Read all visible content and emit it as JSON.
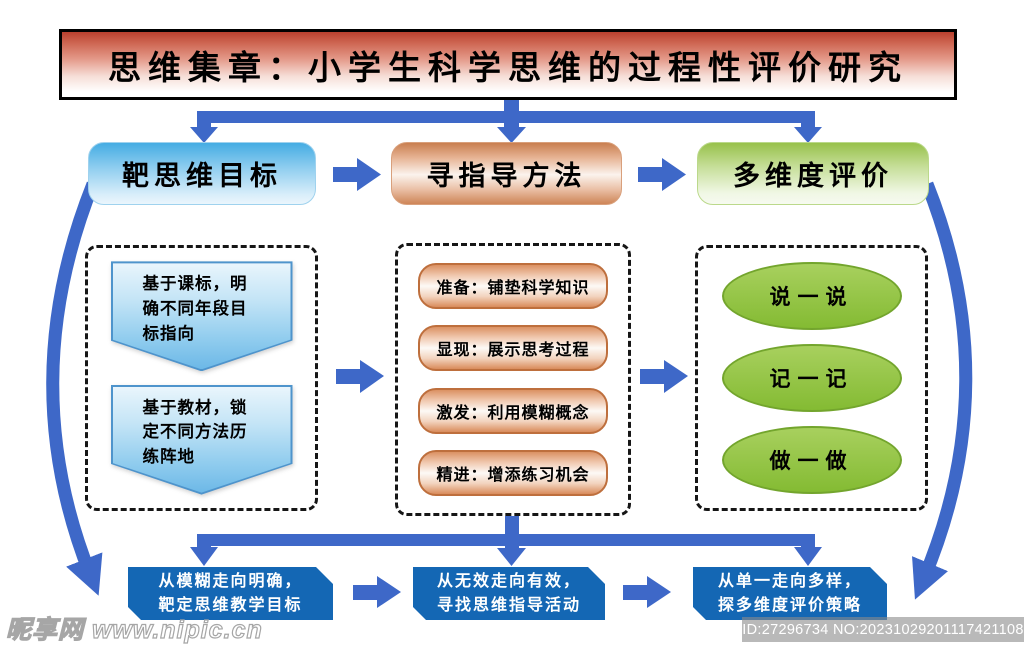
{
  "title": "思维集章：小学生科学思维的过程性评价研究",
  "headers": [
    "靶思维目标",
    "寻指导方法",
    "多维度评价"
  ],
  "target_box": {
    "items": [
      "基于课标，明确不同年段目标指向",
      "基于教材，锁定不同方法历练阵地"
    ]
  },
  "method_box": {
    "items": [
      "准备：铺垫科学知识",
      "显现：展示思考过程",
      "激发：利用模糊概念",
      "精进：增添练习机会"
    ]
  },
  "evaluation_box": {
    "items": [
      "说一说",
      "记一记",
      "做一做"
    ]
  },
  "banners": [
    "从模糊走向明确，\n靶定思维教学目标",
    "从无效走向有效，\n寻找思维指导活动",
    "从单一走向多样，\n探多维度评价策略"
  ],
  "watermark": {
    "site": "昵享网 www.nipic.cn",
    "id_text": "ID:27296734 NO:20231029201117421108"
  },
  "colors": {
    "arrow_blue": "#3e68c8",
    "banner_blue": "#1467b4",
    "header_blue": "#45ace3",
    "header_orange": "#ce8557",
    "header_green": "#98c14b",
    "ellipse_green": "#8cc63e",
    "pill_border_orange": "#be6f3d",
    "pentagon_border_blue": "#4e94cc",
    "title_red": "#c24b38"
  }
}
